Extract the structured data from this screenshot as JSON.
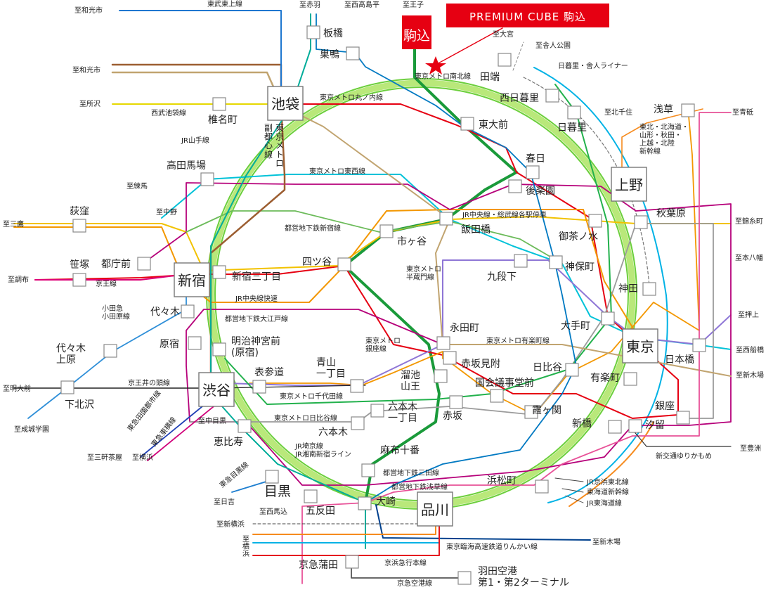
{
  "badge": {
    "text": "PREMIUM CUBE 駒込",
    "bg": "#e60012"
  },
  "komagome": "駒込",
  "big_stations": {
    "ikebukuro": "池袋",
    "shinjuku": "新宿",
    "shibuya": "渋谷",
    "ueno": "上野",
    "tokyo": "東京",
    "shinagawa": "品川",
    "meguro": "目黒"
  },
  "stations": {
    "itabashi": "板橋",
    "sugamo": "巣鴨",
    "tabata": "田端",
    "nishinippori": "西日暮里",
    "nippori": "日暮里",
    "uguisudani_asakusa": "浅草",
    "todaimae": "東大前",
    "kasuga": "春日",
    "korakuen": "後楽園",
    "iidabashi": "飯田橋",
    "ichigaya": "市ヶ谷",
    "shiinamachi": "椎名町",
    "takadanobaba": "高田馬場",
    "ogikubo": "荻窪",
    "sasazuka": "笹塚",
    "tochomae": "都庁前",
    "shinjukusanchome": "新宿三丁目",
    "yotsuya": "四ツ谷",
    "akihabara": "秋葉原",
    "ochanomizu": "御茶ノ水",
    "jimbocho": "神保町",
    "kudanshita": "九段下",
    "kanda": "神田",
    "otemachi": "大手町",
    "nihonbashi": "日本橋",
    "yoyogi": "代々木",
    "harajuku": "原宿",
    "meijijingumae": "明治神宮前\n(原宿)",
    "yoyogiuehara": "代々木\n上原",
    "shimokitazawa": "下北沢",
    "omotesando": "表参道",
    "aoyamaitchome": "青山\n一丁目",
    "nagatacho": "永田町",
    "akasakamitsuke": "赤坂見附",
    "tameikesanno": "溜池\n山王",
    "kokkaigijidomae": "国会議事堂前",
    "hibiya": "日比谷",
    "yurakucho": "有楽町",
    "kasumigaseki": "霞ヶ関",
    "akasaka": "赤坂",
    "roppongiitchome": "六本木\n一丁目",
    "roppongi": "六本木",
    "ginza": "銀座",
    "shimbashi": "新橋",
    "shiodome": "汐留",
    "ebisu": "恵比寿",
    "azabujuban": "麻布十番",
    "hamamatsucho": "浜松町",
    "gotanda": "五反田",
    "osaki": "大崎",
    "keikyukamata": "京急蒲田",
    "haneda": "羽田空港\n第1・第2ターミナル"
  },
  "line_labels": [
    "東武東上線",
    "西武池袋線",
    "JR山手線",
    "東京メトロ丸ノ内線",
    "副\n都\n心\n線",
    "東\n京\nメ\nト\nロ",
    "東京メトロ南北線",
    "東京メトロ東西線",
    "JR中央線・総武線各駅停車",
    "都営地下鉄新宿線",
    "京王線",
    "小田急\n小田原線",
    "JR中央線快速",
    "都営地下鉄大江戸線",
    "東京メトロ\n半蔵門線",
    "東京メトロ\n銀座線",
    "東京メトロ有楽町線",
    "京王井の頭線",
    "東京メトロ千代田線",
    "東京メトロ日比谷線",
    "東急田園都市線",
    "東急東横線",
    "JR埼京線\nJR湘南新宿ライン",
    "都営地下鉄三田線",
    "都営地下鉄浅草線",
    "東急目黒線",
    "JR京浜東北線",
    "東海道新幹線",
    "JR東海道線",
    "新交通ゆりかもめ",
    "東京臨海高速鉄道りんかい線",
    "京浜急行本線",
    "京急空港線",
    "東北・北海道・\n山形・秋田・\n上越・北陸\n新幹線",
    "日暮里・舎人ライナー"
  ],
  "destinations": [
    "至和光市",
    "至赤羽",
    "至西高島平",
    "至王子",
    "至和光市",
    "至所沢",
    "至大宮",
    "至舎人公園",
    "至北千住",
    "至青砥",
    "至練馬",
    "至中野",
    "至三鷹",
    "至調布",
    "至錦糸町",
    "至本八幡",
    "至押上",
    "至西船橋",
    "至新木場",
    "至豊洲",
    "至明大前",
    "至成城学園",
    "至中目黒",
    "至三軒茶屋",
    "至横浜",
    "至日吉",
    "至西馬込",
    "至新横浜",
    "至\n横\n浜",
    "至新木場"
  ],
  "colors": {
    "yamanote": "#9acd32",
    "marunouchi": "#e60012",
    "namboku": "#00a040",
    "tozai": "#00b2dd",
    "chuo_sobu": "#ffd400",
    "ginza": "#f39700",
    "hibiya": "#b5b5ac",
    "chiyoda": "#00bb85",
    "yurakucho": "#c1a470",
    "hanzomon": "#8f76d6",
    "fukutoshin": "#9c5e31",
    "oedo": "#b6007a",
    "asakusa": "#e85298",
    "mita": "#0079c2",
    "shinjuku_line": "#6cbb5a",
    "keio": "#dd0077",
    "tobu": "#0f6cc3",
    "seibu": "#f0d700",
    "saikyo": "#00ac9a",
    "keihin": "#00b2e5",
    "tokaido": "#f68b1e",
    "tokyu_toyoko": "#da0442",
    "tokyu_den": "#20a288",
    "keikyu": "#e5171f",
    "rinkai": "#00418e",
    "odakyu": "#2288cc",
    "inokashira": "#dd0077"
  }
}
